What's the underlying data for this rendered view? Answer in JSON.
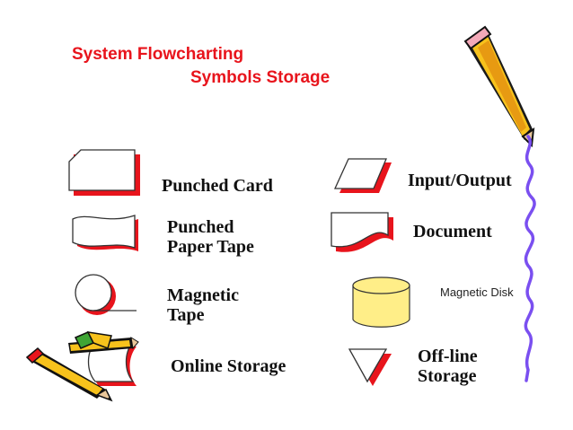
{
  "title": {
    "line1": "System Flowcharting",
    "line2": "Symbols  Storage"
  },
  "symbols": [
    {
      "lines": [
        "Punched Card"
      ],
      "icon": "punched-card-icon"
    },
    {
      "lines": [
        "Input/Output"
      ],
      "icon": "parallelogram-icon"
    },
    {
      "lines": [
        "Punched",
        "Paper Tape"
      ],
      "icon": "punched-tape-icon"
    },
    {
      "lines": [
        "Document"
      ],
      "icon": "document-icon"
    },
    {
      "lines": [
        "Magnetic",
        "Tape"
      ],
      "icon": "magnetic-tape-icon"
    },
    {
      "lines": [
        "Magnetic Disk"
      ],
      "icon": "magnetic-disk-icon"
    },
    {
      "lines": [
        "Online Storage"
      ],
      "icon": "online-storage-icon"
    },
    {
      "lines": [
        "Off-line",
        "Storage"
      ],
      "icon": "offline-triangle-icon"
    }
  ],
  "colors": {
    "title": "#e8141c",
    "shadow": "#e8141c",
    "disk_fill": "#ffee88",
    "squiggle": "#7a4ff0",
    "pencil_body": "#f7c21c"
  },
  "decorations": [
    "pencil-icon",
    "pencil-cluster-icon",
    "squiggle-line"
  ]
}
